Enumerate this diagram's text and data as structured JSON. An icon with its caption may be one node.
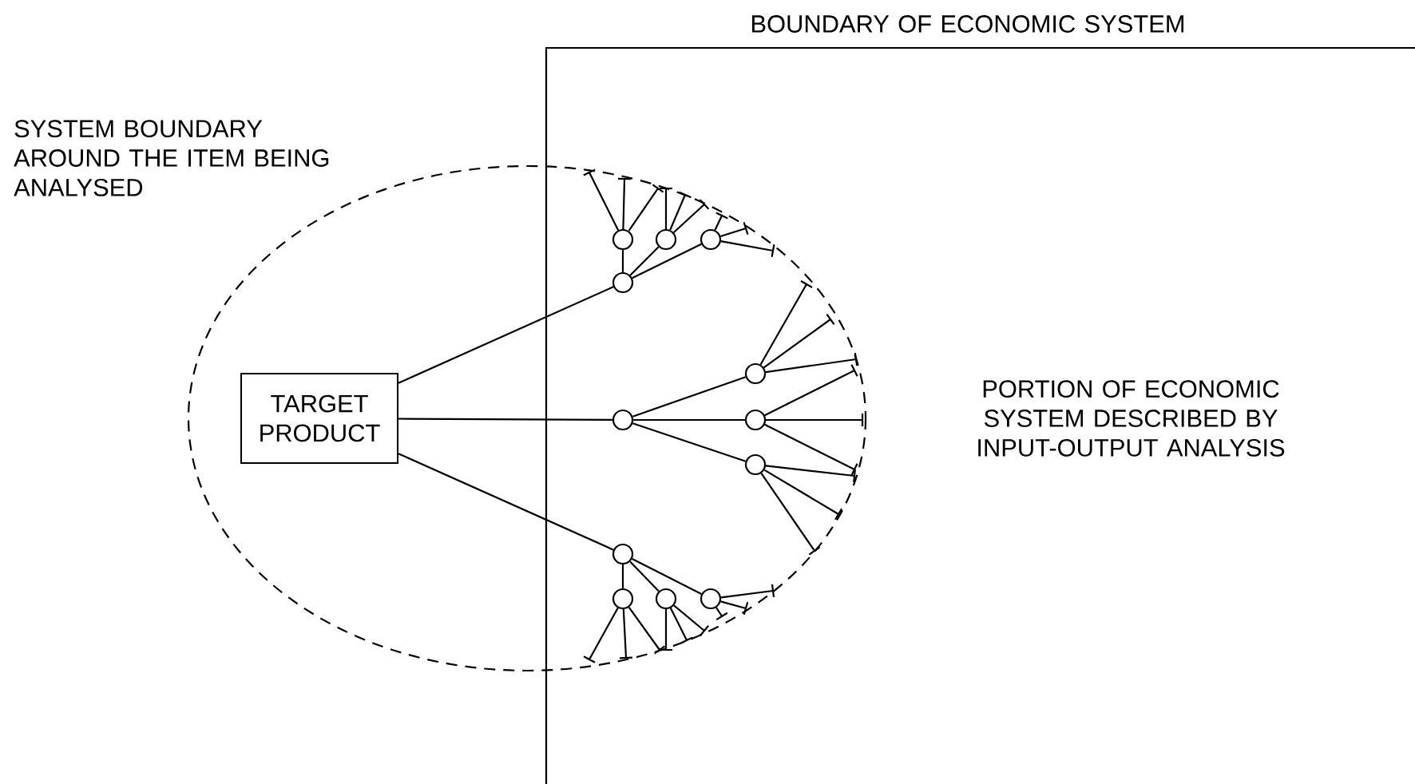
{
  "diagram": {
    "nodes": [
      {
        "text": [
          "TARGET PRODUCT"
        ]
      },
      {
        "text": [],
        "shape": "circle"
      },
      {
        "text": [],
        "shape": "circle"
      },
      {
        "text": [],
        "shape": "circle"
      },
      {
        "text": [],
        "shape": "circle"
      },
      {
        "text": [],
        "shape": "circle"
      },
      {
        "text": [],
        "shape": "circle"
      },
      {
        "text": [],
        "shape": "circle"
      },
      {
        "text": [],
        "shape": "circle"
      },
      {
        "text": [],
        "shape": "circle"
      },
      {
        "text": [],
        "shape": "circle"
      },
      {
        "text": [],
        "shape": "circle"
      },
      {
        "text": [],
        "shape": "circle"
      }
    ],
    "edges": [
      {
        "from": 0,
        "to": 1,
        "arrow": "none"
      },
      {
        "from": 0,
        "to": 2,
        "arrow": "none"
      },
      {
        "from": 0,
        "to": 3,
        "arrow": "none"
      },
      {
        "from": 1,
        "to": 4,
        "arrow": "none"
      },
      {
        "from": 1,
        "to": 5,
        "arrow": "none"
      },
      {
        "from": 1,
        "to": 6,
        "arrow": "none"
      },
      {
        "from": 2,
        "to": 7,
        "arrow": "none"
      },
      {
        "from": 2,
        "to": 8,
        "arrow": "none"
      },
      {
        "from": 2,
        "to": 9,
        "arrow": "none"
      },
      {
        "from": 3,
        "to": 10,
        "arrow": "none"
      },
      {
        "from": 3,
        "to": 11,
        "arrow": "none"
      },
      {
        "from": 3,
        "to": 12,
        "arrow": "none"
      }
    ],
    "labels": [
      "BOUNDARY OF ECONOMIC SYSTEM",
      "SYSTEM BOUNDARY AROUND THE ITEM BEING ANALYSED",
      "PORTION OF ECONOMIC SYSTEM DESCRIBED BY INPUT-OUTPUT ANALYSIS"
    ]
  }
}
